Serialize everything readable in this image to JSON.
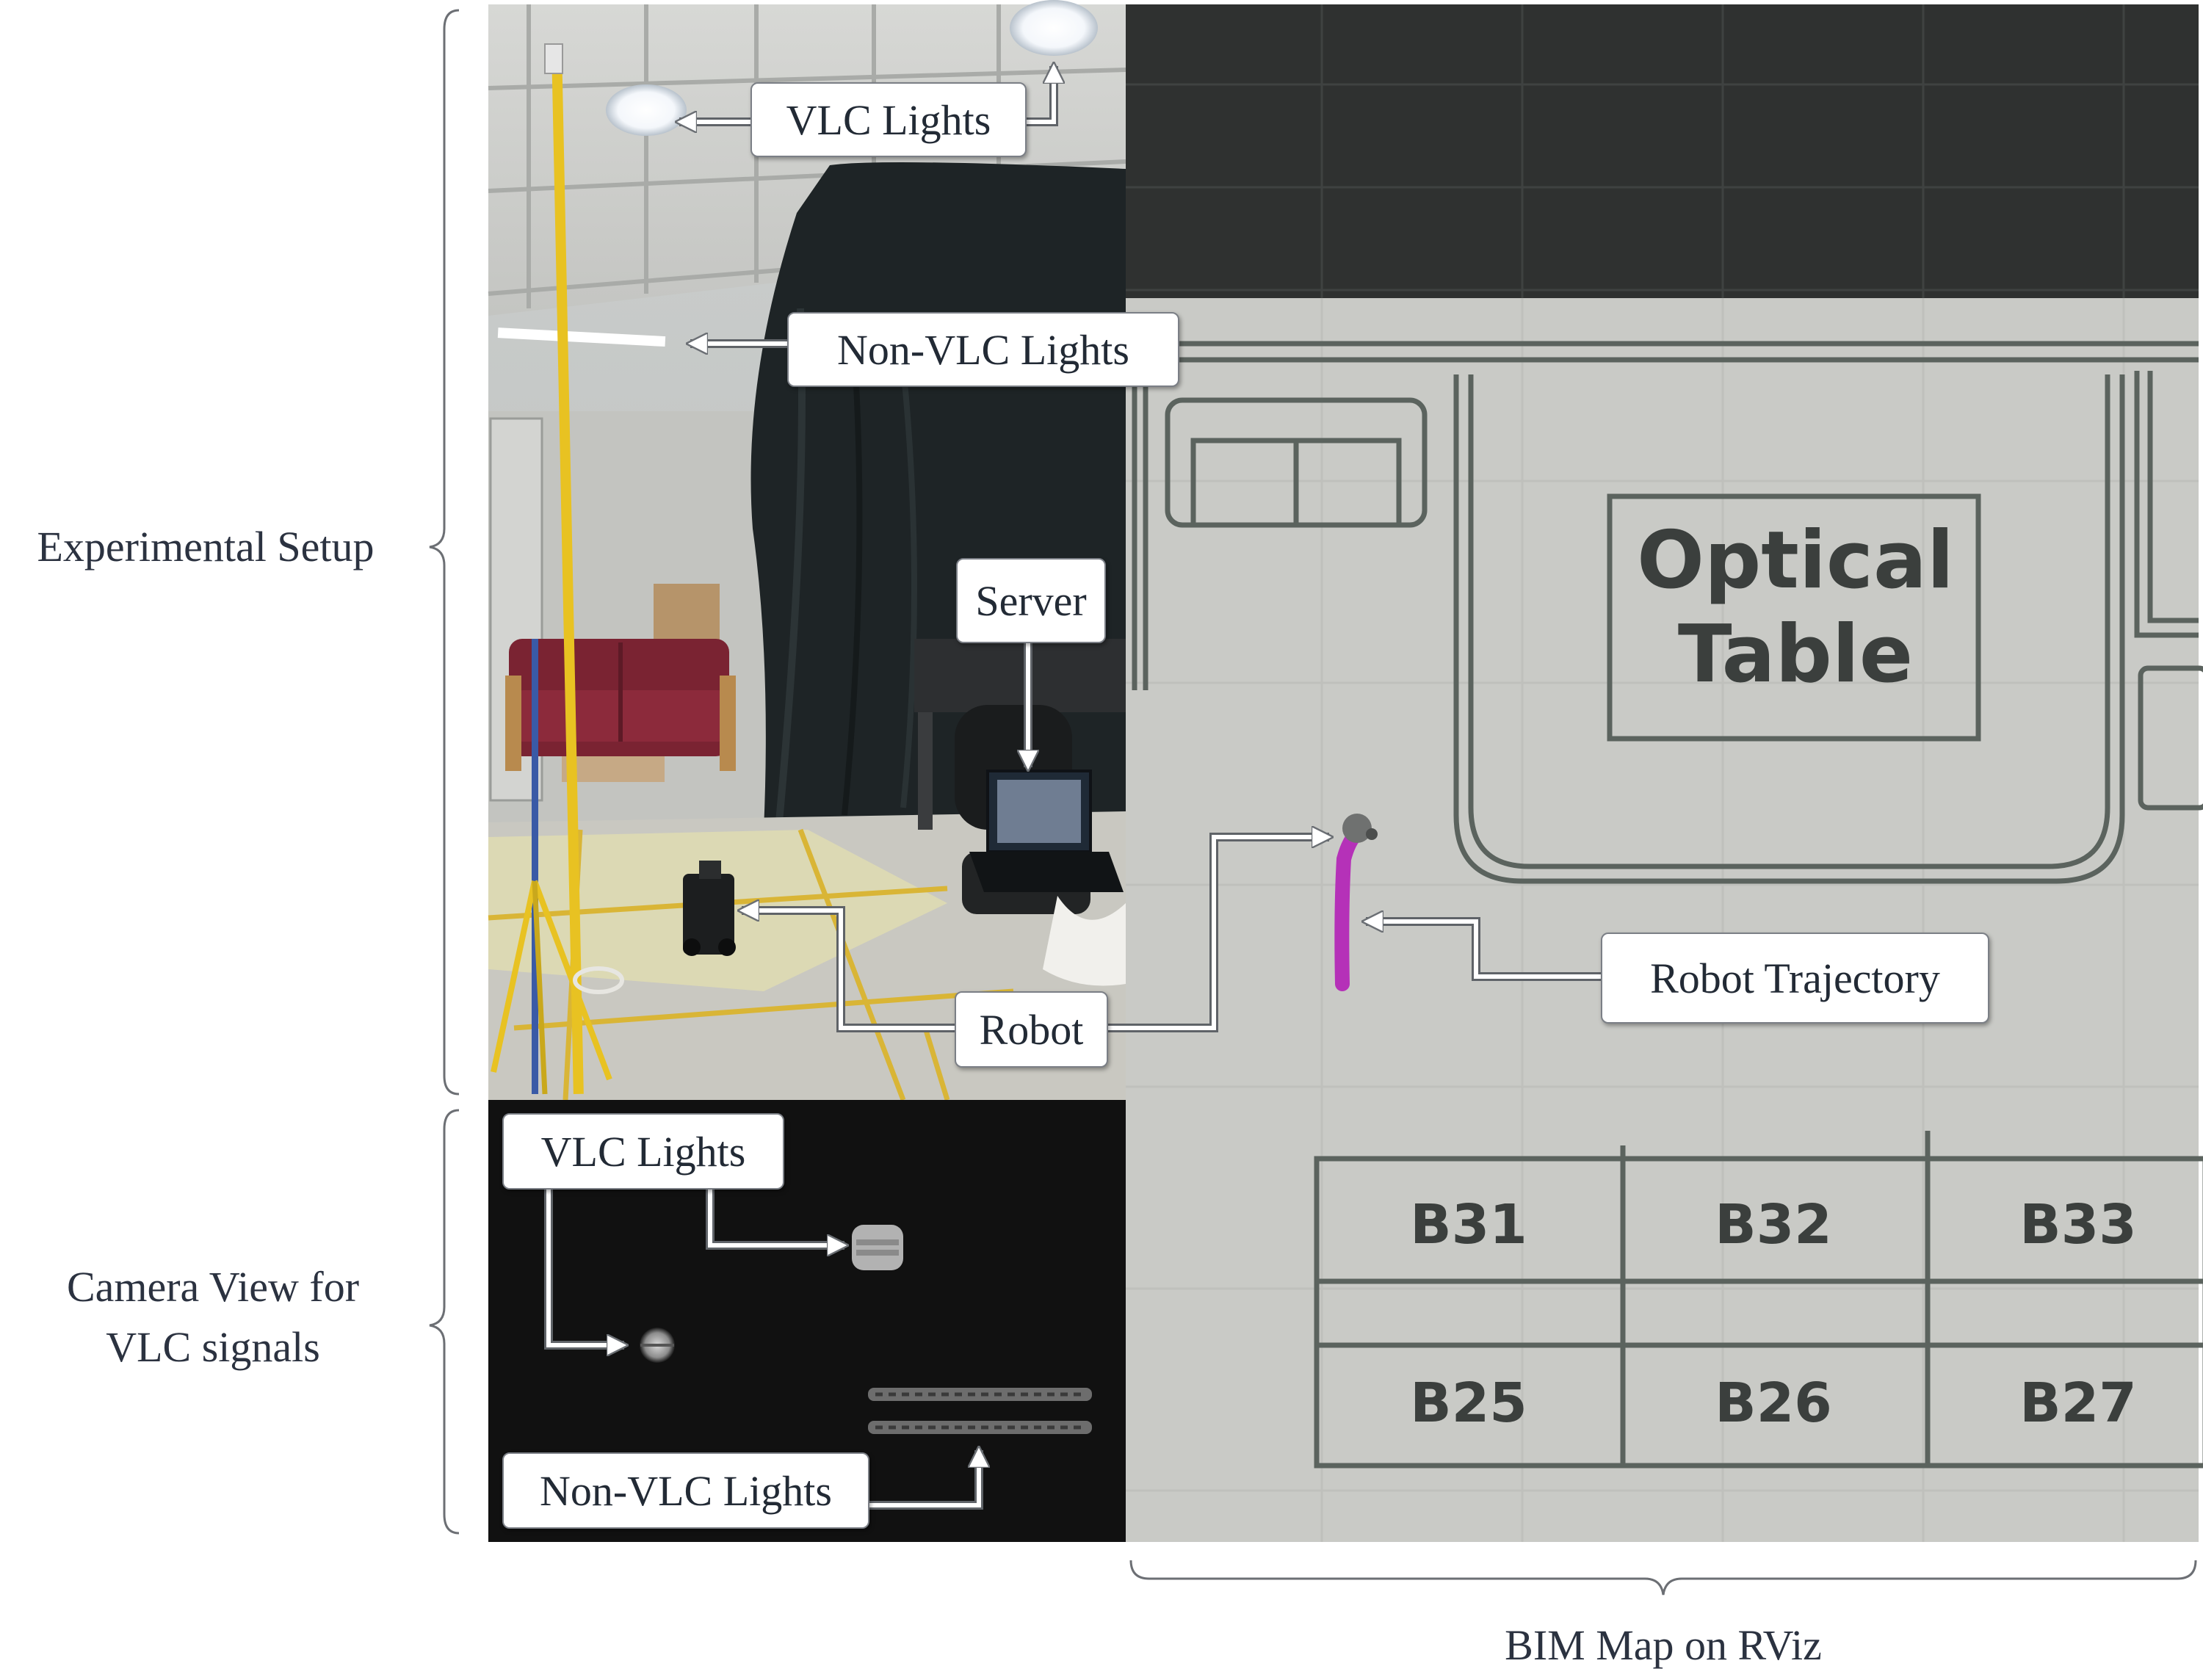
{
  "labels": {
    "experimental_setup": "Experimental Setup",
    "camera_view_line1": "Camera View for",
    "camera_view_line2": "VLC signals",
    "bim_map": "BIM Map on RViz"
  },
  "callouts": {
    "vlc_lights_top": "VLC Lights",
    "non_vlc_lights_top": "Non-VLC Lights",
    "server": "Server",
    "robot": "Robot",
    "robot_trajectory": "Robot Trajectory",
    "vlc_lights_camera": "VLC Lights",
    "non_vlc_lights_camera": "Non-VLC Lights"
  },
  "map": {
    "optical_table_line1": "Optical",
    "optical_table_line2": "Table",
    "bins": [
      "B31",
      "B32",
      "B33",
      "B25",
      "B26",
      "B27"
    ]
  },
  "colors": {
    "trajectory": "#b531b8",
    "map_background": "#c9cac6",
    "map_walls": "#5b635e",
    "camera_background": "#111111",
    "text": "#2b3240"
  }
}
